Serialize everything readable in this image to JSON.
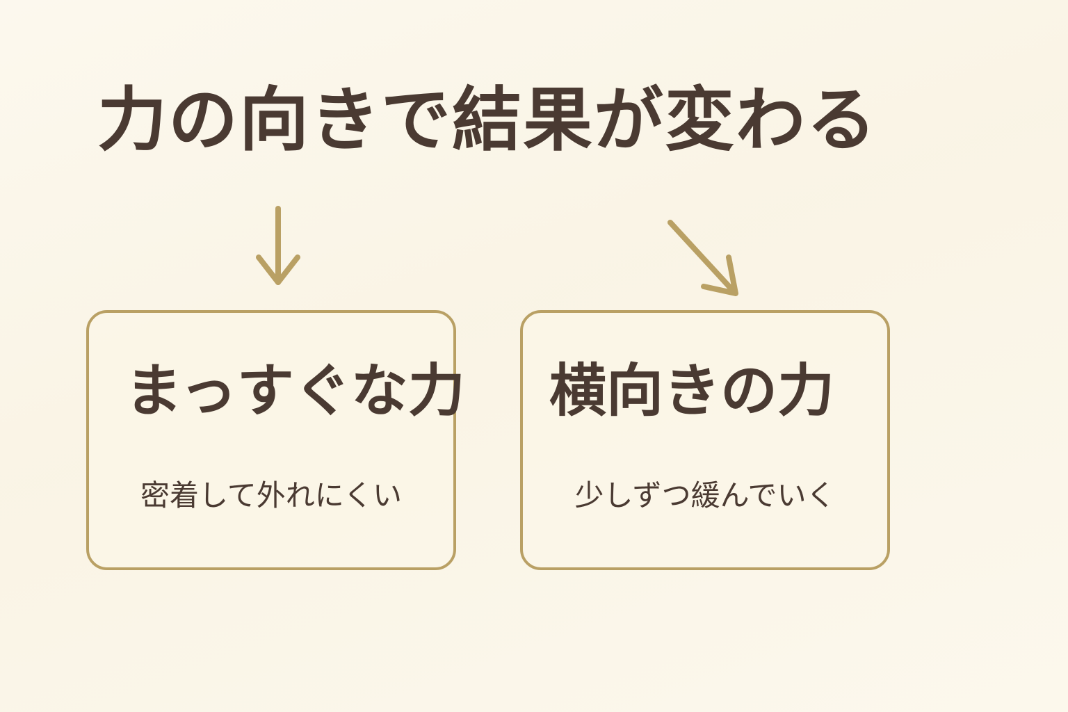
{
  "title": "力の向きで結果が変わる",
  "colors": {
    "background": "#fbf6e8",
    "text": "#4a3a32",
    "accent": "#b9a064"
  },
  "cards": [
    {
      "heading": "まっすぐな力",
      "text": "密着して外れにくい",
      "arrow_icon": "arrow-down-icon"
    },
    {
      "heading": "横向きの力",
      "text": "少しずつ緩んでいく",
      "arrow_icon": "arrow-down-right-icon"
    }
  ]
}
